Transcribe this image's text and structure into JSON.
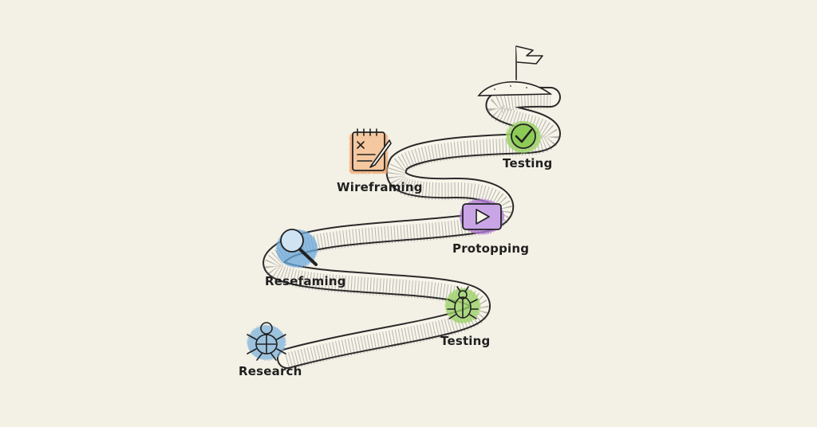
{
  "milestones": [
    {
      "label": "Research",
      "icon": "spider-bug-icon",
      "color": "#7fb3dc"
    },
    {
      "label": "Testing",
      "icon": "beetle-bug-icon",
      "color": "#9ed36a"
    },
    {
      "label": "Resefaming",
      "icon": "magnifier-icon",
      "color": "#6aa8dc"
    },
    {
      "label": "Protopping",
      "icon": "play-screen-icon",
      "color": "#b07ad6"
    },
    {
      "label": "Wireframing",
      "icon": "notepad-pencil-icon",
      "color": "#f0a36a"
    },
    {
      "label": "Testing",
      "icon": "checkmark-icon",
      "color": "#9ed36a"
    }
  ],
  "goal": {
    "icon": "summit-flag-icon"
  },
  "colors": {
    "background": "#f3f0e5",
    "ink": "#222222",
    "road": "#f7f4ea"
  }
}
